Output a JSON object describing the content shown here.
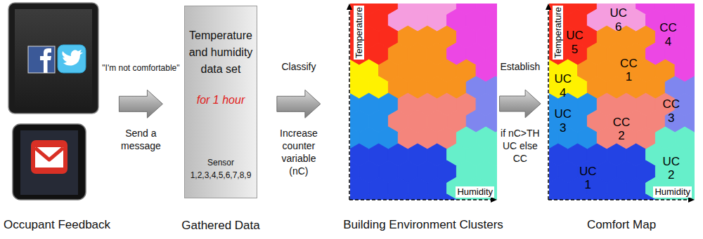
{
  "diagram": {
    "nodes": [
      {
        "text": [
          "Occupant Feedback"
        ]
      },
      {
        "text": [
          "Temperature and humidity data set",
          "for 1 hour",
          "Sensor 1,2,3,4,5,6,7,8,9",
          "Gathered Data"
        ]
      },
      {
        "text": [
          "Temperature",
          "Humidity",
          "Building Environment Clusters"
        ]
      },
      {
        "text": [
          "Temperature",
          "Humidity",
          "Comfort Map"
        ]
      },
      {
        "text": [
          "UC 5"
        ],
        "in": 3
      },
      {
        "text": [
          "UC 6"
        ],
        "in": 3
      },
      {
        "text": [
          "CC 4"
        ],
        "in": 3
      },
      {
        "text": [
          "UC 4"
        ],
        "in": 3
      },
      {
        "text": [
          "CC 1"
        ],
        "in": 3
      },
      {
        "text": [
          "CC 3"
        ],
        "in": 3
      },
      {
        "text": [
          "UC 3"
        ],
        "in": 3
      },
      {
        "text": [
          "CC 2"
        ],
        "in": 3
      },
      {
        "text": [
          "UC 1"
        ],
        "in": 3
      },
      {
        "text": [
          "UC 2"
        ],
        "in": 3
      }
    ],
    "edges": [
      {
        "from": 0,
        "to": 1,
        "label": "\"I'm not comfortable\"",
        "arrow": "to"
      },
      {
        "from": 1,
        "to": 2,
        "label": "Classify",
        "arrow": "to"
      },
      {
        "from": 2,
        "to": 3,
        "label": "Establish",
        "arrow": "to"
      }
    ],
    "labels": [
      "Send a message",
      "Increase counter variable (nC)",
      "if nC>TH UC else CC"
    ]
  }
}
